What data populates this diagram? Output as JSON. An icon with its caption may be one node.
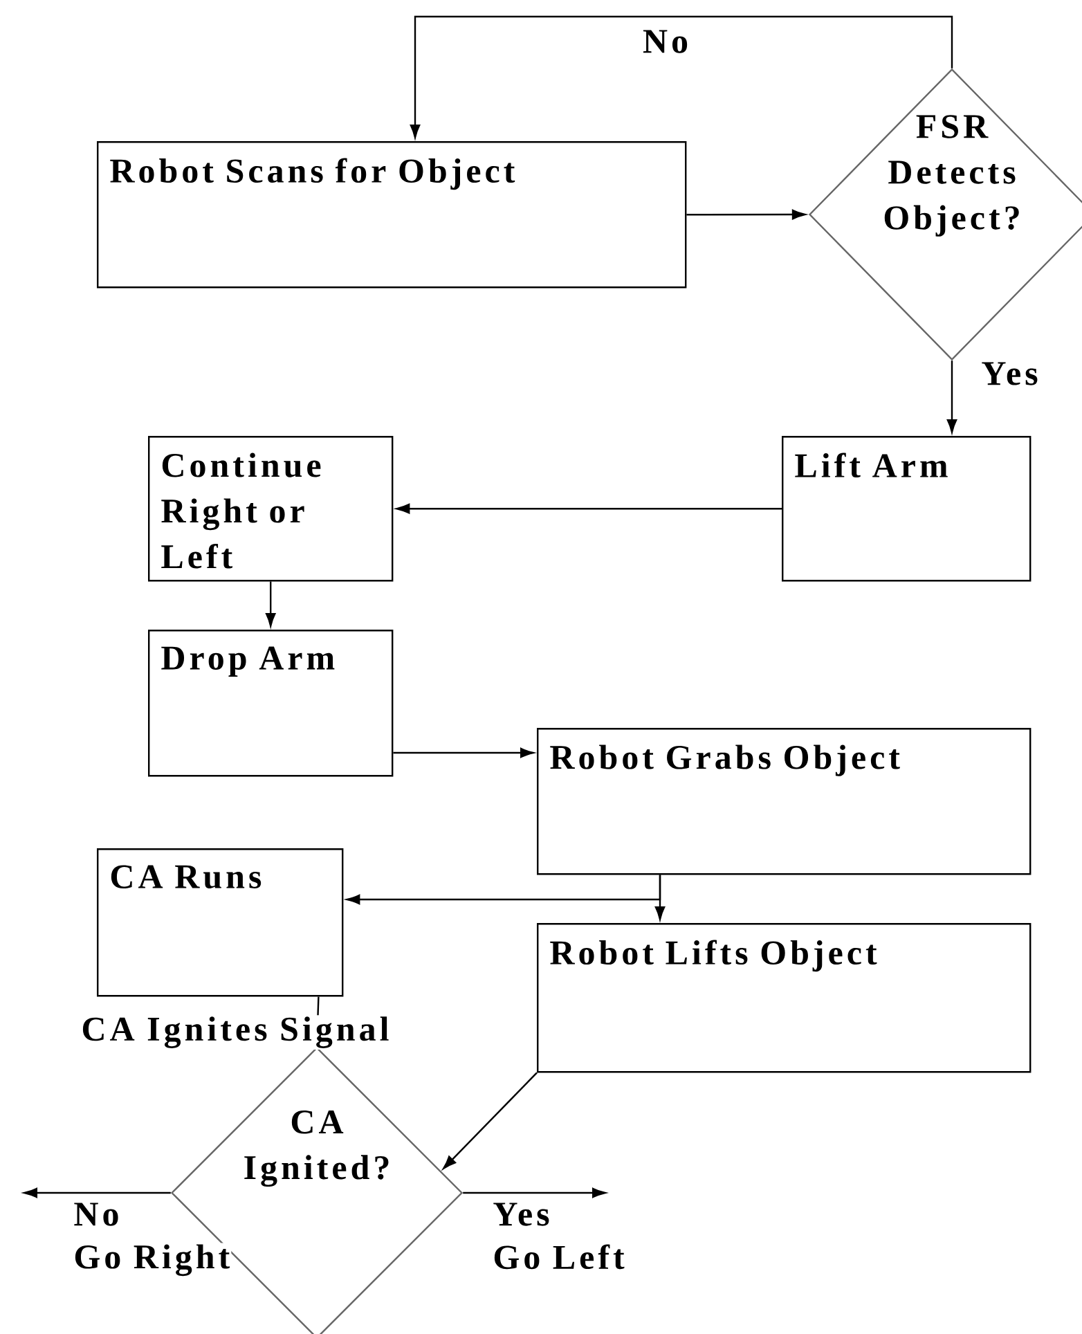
{
  "diagram": {
    "nodes": [
      {
        "text": [
          "Robot Scans for Object"
        ]
      },
      {
        "text": [
          "FSR Detects Object?"
        ]
      },
      {
        "text": [
          "Lift Arm"
        ]
      },
      {
        "text": [
          "Continue Right or Left"
        ]
      },
      {
        "text": [
          "Drop Arm"
        ]
      },
      {
        "text": [
          "Robot Grabs Object"
        ]
      },
      {
        "text": [
          "CA Runs"
        ]
      },
      {
        "text": [
          "Robot Lifts Object"
        ]
      },
      {
        "text": [
          "CA Ignited?"
        ]
      }
    ],
    "edges": [
      {
        "from": 0,
        "to": 1,
        "arrow": "to"
      },
      {
        "from": 1,
        "to": 0,
        "arrow": "to",
        "label": "No"
      },
      {
        "from": 1,
        "to": 2,
        "arrow": "to",
        "label": "Yes"
      },
      {
        "from": 2,
        "to": 3,
        "arrow": "to"
      },
      {
        "from": 3,
        "to": 4,
        "arrow": "to"
      },
      {
        "from": 4,
        "to": 5,
        "arrow": "to"
      },
      {
        "from": 5,
        "to": 7,
        "arrow": "to"
      },
      {
        "from": 5,
        "to": 6,
        "arrow": "to"
      },
      {
        "from": 6,
        "to": 8,
        "arrow": "none",
        "label": "CA Ignites Signal"
      },
      {
        "from": 7,
        "to": 8,
        "arrow": "to"
      },
      {
        "from": 8,
        "to": null,
        "arrow": "to",
        "label": "No"
      },
      {
        "from": 8,
        "to": null,
        "arrow": "to",
        "label": "Yes"
      }
    ],
    "labels": [
      "Go Right",
      "Go Left"
    ]
  }
}
